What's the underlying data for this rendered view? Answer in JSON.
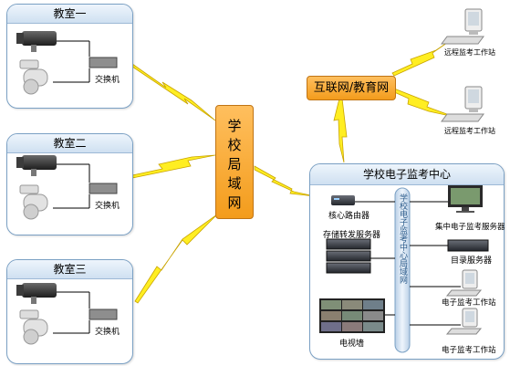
{
  "classrooms": [
    {
      "title": "教室一",
      "switch": "交换机"
    },
    {
      "title": "教室二",
      "switch": "交换机"
    },
    {
      "title": "教室三",
      "switch": "交换机"
    }
  ],
  "lan": {
    "label_chars": [
      "学",
      "校",
      "局",
      "域",
      "网"
    ]
  },
  "internet": {
    "label": "互联网/教育网"
  },
  "remote_stations": [
    "远程监考工作站",
    "远程监考工作站"
  ],
  "center": {
    "title": "学校电子监考中心",
    "core_router": "核心路由器",
    "storage_server": "存储转发服务器",
    "central_server": "集中电子监考服务器",
    "directory_server": "目录服务器",
    "tv_wall": "电视墙",
    "station_1": "电子监考工作站",
    "station_2": "电子监考工作站",
    "bus_label": "学校电子监考中心局域网"
  },
  "colors": {
    "accent_orange": "#f7a833",
    "lightning": "#ffee22",
    "box_border": "#7aa0c4",
    "bus": "#cfe0f1"
  }
}
